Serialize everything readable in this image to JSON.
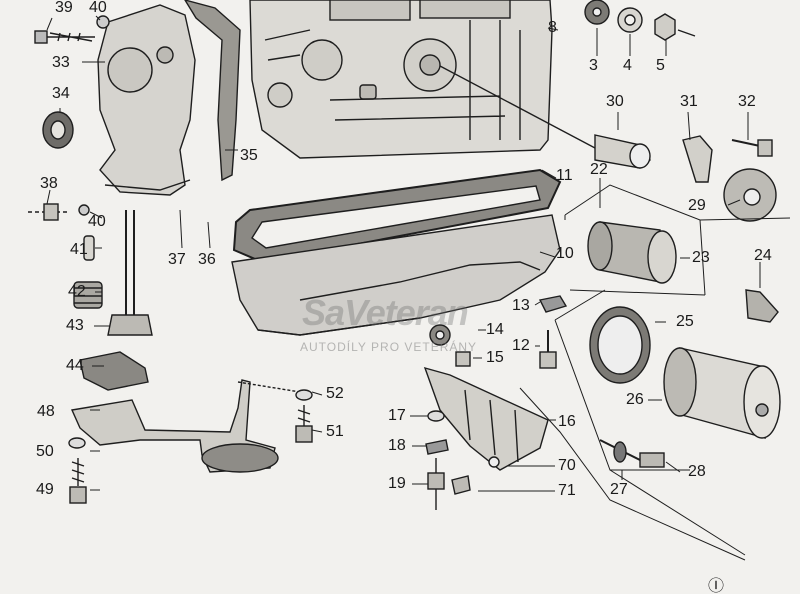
{
  "watermark": {
    "brand": "SaVeteran",
    "tagline": "AUTODÍLY PRO VETERÁNY"
  },
  "corner_mark": "Ⓘ",
  "parts": {
    "p3": "3",
    "p4": "4",
    "p5": "5",
    "p8": "8",
    "p10": "10",
    "p11": "11",
    "p12": "12",
    "p13": "13",
    "p14": "14",
    "p15": "15",
    "p16": "16",
    "p17": "17",
    "p18": "18",
    "p19": "19",
    "p22": "22",
    "p23": "23",
    "p24": "24",
    "p25": "25",
    "p26": "26",
    "p27": "27",
    "p28": "28",
    "p29": "29",
    "p30": "30",
    "p31": "31",
    "p32": "32",
    "p33": "33",
    "p34": "34",
    "p35": "35",
    "p36": "36",
    "p37": "37",
    "p38": "38",
    "p39": "39",
    "p40a": "40",
    "p40b": "40",
    "p41": "41",
    "p42": "42",
    "p43": "43",
    "p44": "44",
    "p48": "48",
    "p49": "49",
    "p50": "50",
    "p51": "51",
    "p52": "52",
    "p70": "70",
    "p71": "71"
  }
}
